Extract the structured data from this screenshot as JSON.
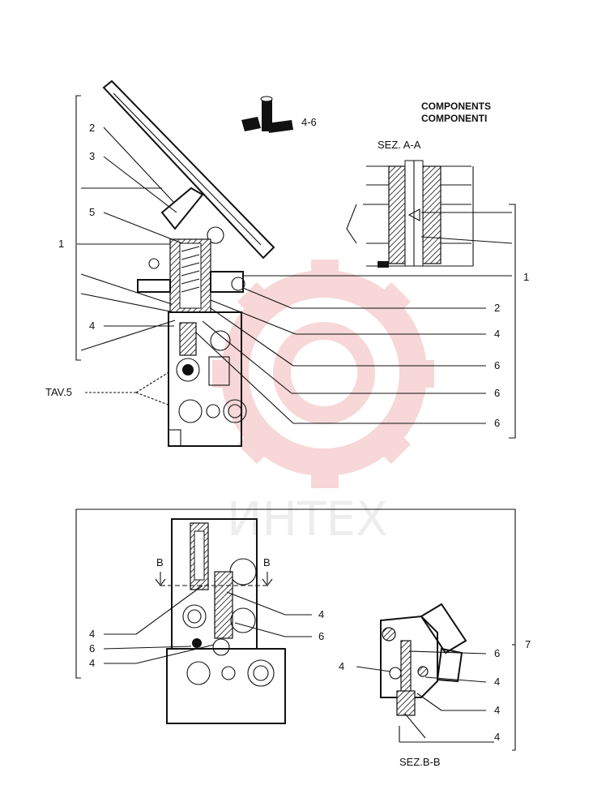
{
  "header": {
    "components_en": "COMPONENTS",
    "components_it": "COMPONENTI",
    "kit_ref": "4-6"
  },
  "sections": {
    "aa": "SEZ. A-A",
    "bb": "SEZ.B-B",
    "b_marker": "B"
  },
  "reference": {
    "table": "TAV.5"
  },
  "watermark": {
    "text": "ИНТЕХ",
    "color": "#f2b8b8"
  },
  "callouts": {
    "upper_left": [
      "2",
      "3",
      "5",
      "1",
      "4"
    ],
    "upper_right": [
      "1",
      "2",
      "4",
      "6",
      "6",
      "6"
    ],
    "lower_left": [
      "4",
      "6",
      "4"
    ],
    "lower_mid": [
      "4",
      "6"
    ],
    "lower_right": [
      "7",
      "6",
      "4",
      "4",
      "4",
      "4"
    ]
  }
}
